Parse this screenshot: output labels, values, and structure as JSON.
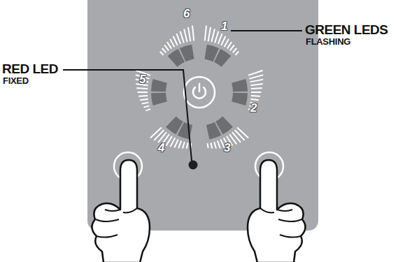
{
  "diagram": {
    "labels": [
      "6",
      "1",
      "GREEN LEDS",
      "FLASHING",
      "5",
      "2",
      "RED LED",
      "FIXED",
      "4",
      "3"
    ]
  }
}
